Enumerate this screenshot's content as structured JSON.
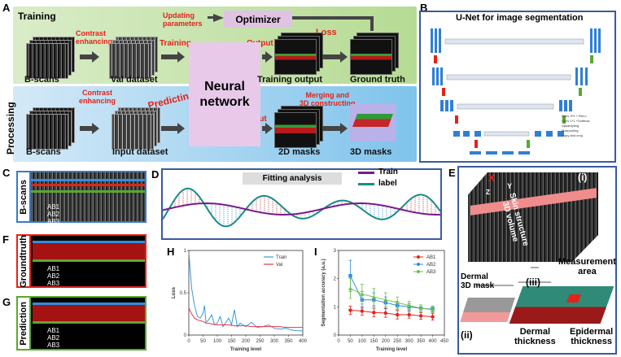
{
  "panel_labels": {
    "a": "A",
    "b": "B",
    "c": "C",
    "d": "D",
    "e": "E",
    "f": "F",
    "g": "G",
    "h": "H",
    "i": "I"
  },
  "a": {
    "training": "Training",
    "processing": "Processing",
    "contrast1": "Contrast\nenhancing",
    "contrast2": "Contrast\nenhancing",
    "updating": "Updating\nparameters",
    "optimizer": "Optimizer",
    "loss": "Loss",
    "training_arrow": "Training",
    "predicting": "Predicting",
    "output1": "Output",
    "output2": "Output",
    "merging": "Merging and\n3D constructing",
    "nn": "Neural\nnetwork",
    "bscans1": "B-scans",
    "val": "Val dataset",
    "trainout": "Training output",
    "gt": "Ground truth",
    "bscans2": "B-scans",
    "input": "Input dataset",
    "masks2d": "2D masks",
    "masks3d": "3D masks"
  },
  "b": {
    "title": "U-Net for image segmentation",
    "legend": [
      "Conv 3*3 + ReLu",
      "Conv 1*1 +Softmax",
      "Upsampling",
      "Maxpooling",
      "Copy and crop"
    ],
    "legend_colors": [
      "#e2231a",
      "#3a7ac4",
      "#5aa832",
      "#e2231a",
      "#ccd3dc"
    ]
  },
  "c": {
    "side": "B-scans",
    "legend": [
      "AB1",
      "AB2",
      "AB3"
    ]
  },
  "d": {
    "title": "Fitting analysis",
    "legend": [
      "Train",
      "label"
    ],
    "colors": [
      "#7a1a8c",
      "#1b8a8a"
    ]
  },
  "e": {
    "skin": "Skin structure\n3D volume",
    "x": "X",
    "y": "Y",
    "z": "Z",
    "i": "(i)",
    "ii": "(ii)",
    "iii": "(iii)",
    "dermal_mask": "Dermal\n3D mask",
    "meas": "Measurement\narea",
    "dermal_thick": "Dermal\nthickness",
    "epi_thick": "Epidermal\nthickness"
  },
  "f": {
    "side": "Groundtruth",
    "legend": [
      "AB1",
      "AB2",
      "AB3"
    ]
  },
  "g": {
    "side": "Prediction",
    "legend": [
      "AB1",
      "AB2",
      "AB3"
    ]
  },
  "chart_data": [
    {
      "type": "line",
      "title": "",
      "xlabel": "Training level",
      "ylabel": "Loss",
      "xlim": [
        0,
        400
      ],
      "ylim": [
        0,
        1.0
      ],
      "x_ticks": [
        0,
        50,
        100,
        150,
        200,
        250,
        300,
        350,
        400
      ],
      "y_ticks": [
        0.0,
        0.5,
        1.0
      ],
      "legend": "top-right",
      "series": [
        {
          "name": "Train",
          "color": "#3a9ad9",
          "x": [
            0,
            10,
            20,
            30,
            40,
            50,
            55,
            60,
            70,
            80,
            90,
            100,
            110,
            120,
            130,
            140,
            150,
            160,
            170,
            180,
            190,
            200,
            220,
            240,
            260,
            280,
            300,
            320,
            340,
            360,
            380,
            400
          ],
          "values": [
            0.97,
            0.55,
            0.35,
            0.22,
            0.2,
            0.26,
            0.35,
            0.15,
            0.18,
            0.24,
            0.12,
            0.14,
            0.22,
            0.1,
            0.15,
            0.2,
            0.12,
            0.3,
            0.1,
            0.14,
            0.12,
            0.1,
            0.15,
            0.09,
            0.1,
            0.12,
            0.08,
            0.07,
            0.08,
            0.06,
            0.05,
            0.05
          ]
        },
        {
          "name": "Val",
          "color": "#e8334a",
          "x": [
            0,
            10,
            20,
            30,
            40,
            50,
            60,
            70,
            80,
            100,
            120,
            140,
            160,
            180,
            200,
            220,
            240,
            260,
            280,
            300,
            320,
            340,
            360,
            380,
            400
          ],
          "values": [
            0.32,
            0.25,
            0.2,
            0.18,
            0.17,
            0.16,
            0.14,
            0.14,
            0.13,
            0.12,
            0.12,
            0.12,
            0.11,
            0.11,
            0.11,
            0.1,
            0.1,
            0.1,
            0.1,
            0.1,
            0.1,
            0.09,
            0.09,
            0.09,
            0.09
          ]
        }
      ]
    },
    {
      "type": "line",
      "title": "",
      "xlabel": "Training level",
      "ylabel": "Segmentation accuracy (a.u.)",
      "xlim": [
        0,
        450
      ],
      "ylim": [
        0,
        3
      ],
      "x_ticks": [
        0,
        50,
        100,
        150,
        200,
        250,
        300,
        350,
        400,
        450
      ],
      "y_ticks": [
        0,
        1,
        2,
        3
      ],
      "legend": "top-right",
      "series": [
        {
          "name": "AB1",
          "color": "#e2231a",
          "x": [
            50,
            100,
            150,
            200,
            250,
            300,
            350,
            400
          ],
          "values": [
            0.88,
            0.85,
            0.8,
            0.78,
            0.72,
            0.72,
            0.68,
            0.65
          ],
          "err": [
            0.15,
            0.15,
            0.15,
            0.15,
            0.15,
            0.12,
            0.12,
            0.12
          ]
        },
        {
          "name": "AB2",
          "color": "#2f8fe0",
          "x": [
            50,
            100,
            150,
            200,
            250,
            300,
            350,
            400
          ],
          "values": [
            2.1,
            1.25,
            1.25,
            1.15,
            1.05,
            1.0,
            0.95,
            0.92
          ],
          "err": [
            0.55,
            0.3,
            0.25,
            0.2,
            0.15,
            0.12,
            0.12,
            0.1
          ]
        },
        {
          "name": "AB3",
          "color": "#6cc04a",
          "x": [
            50,
            100,
            150,
            200,
            250,
            300,
            350,
            400
          ],
          "values": [
            1.65,
            1.45,
            1.35,
            1.25,
            1.15,
            1.05,
            0.95,
            0.9
          ],
          "err": [
            0.35,
            0.35,
            0.3,
            0.25,
            0.2,
            0.15,
            0.12,
            0.1
          ]
        }
      ]
    }
  ]
}
